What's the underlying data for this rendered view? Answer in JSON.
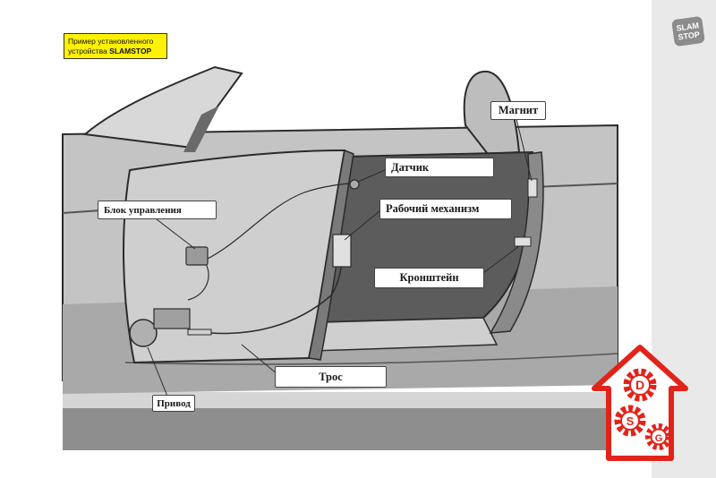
{
  "note": {
    "line1": "Пример установленного",
    "line2_prefix": "устройства ",
    "line2_brand": "SLAMSTOP"
  },
  "brand_badge": {
    "line1": "SLAM",
    "line2": "STOP"
  },
  "labels": {
    "magnet": "Магнит",
    "sensor": "Датчик",
    "control_unit": "Блок управления",
    "mechanism": "Рабочий механизм",
    "bracket": "Кронштейн",
    "cable": "Трос",
    "drive": "Привод"
  },
  "watermark": {
    "letters": [
      "D",
      "S",
      "G"
    ]
  },
  "colors": {
    "body": "#bdbdbd",
    "body_dark": "#8a8a8a",
    "interior": "#5c5c5c",
    "outline": "#2b2b2b",
    "note_bg": "#fff200",
    "watermark_red": "#e2231a"
  }
}
